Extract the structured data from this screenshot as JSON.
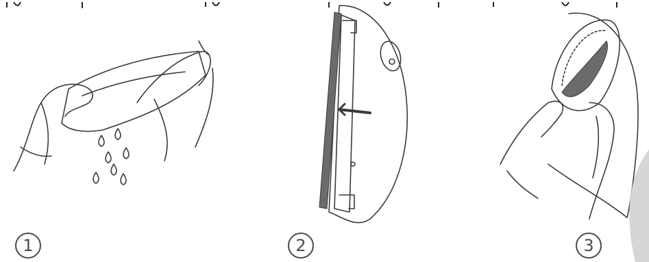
{
  "steps": [
    {
      "number": "1",
      "icon": "wring-mop-cloth-illustration"
    },
    {
      "number": "2",
      "icon": "mop-plate-with-cloth-illustration"
    },
    {
      "number": "3",
      "icon": "attach-mop-cloth-illustration"
    }
  ],
  "colors": {
    "line": "#3a3a3a",
    "band": "#6b6b6b",
    "corner": "#d6d6d6"
  }
}
